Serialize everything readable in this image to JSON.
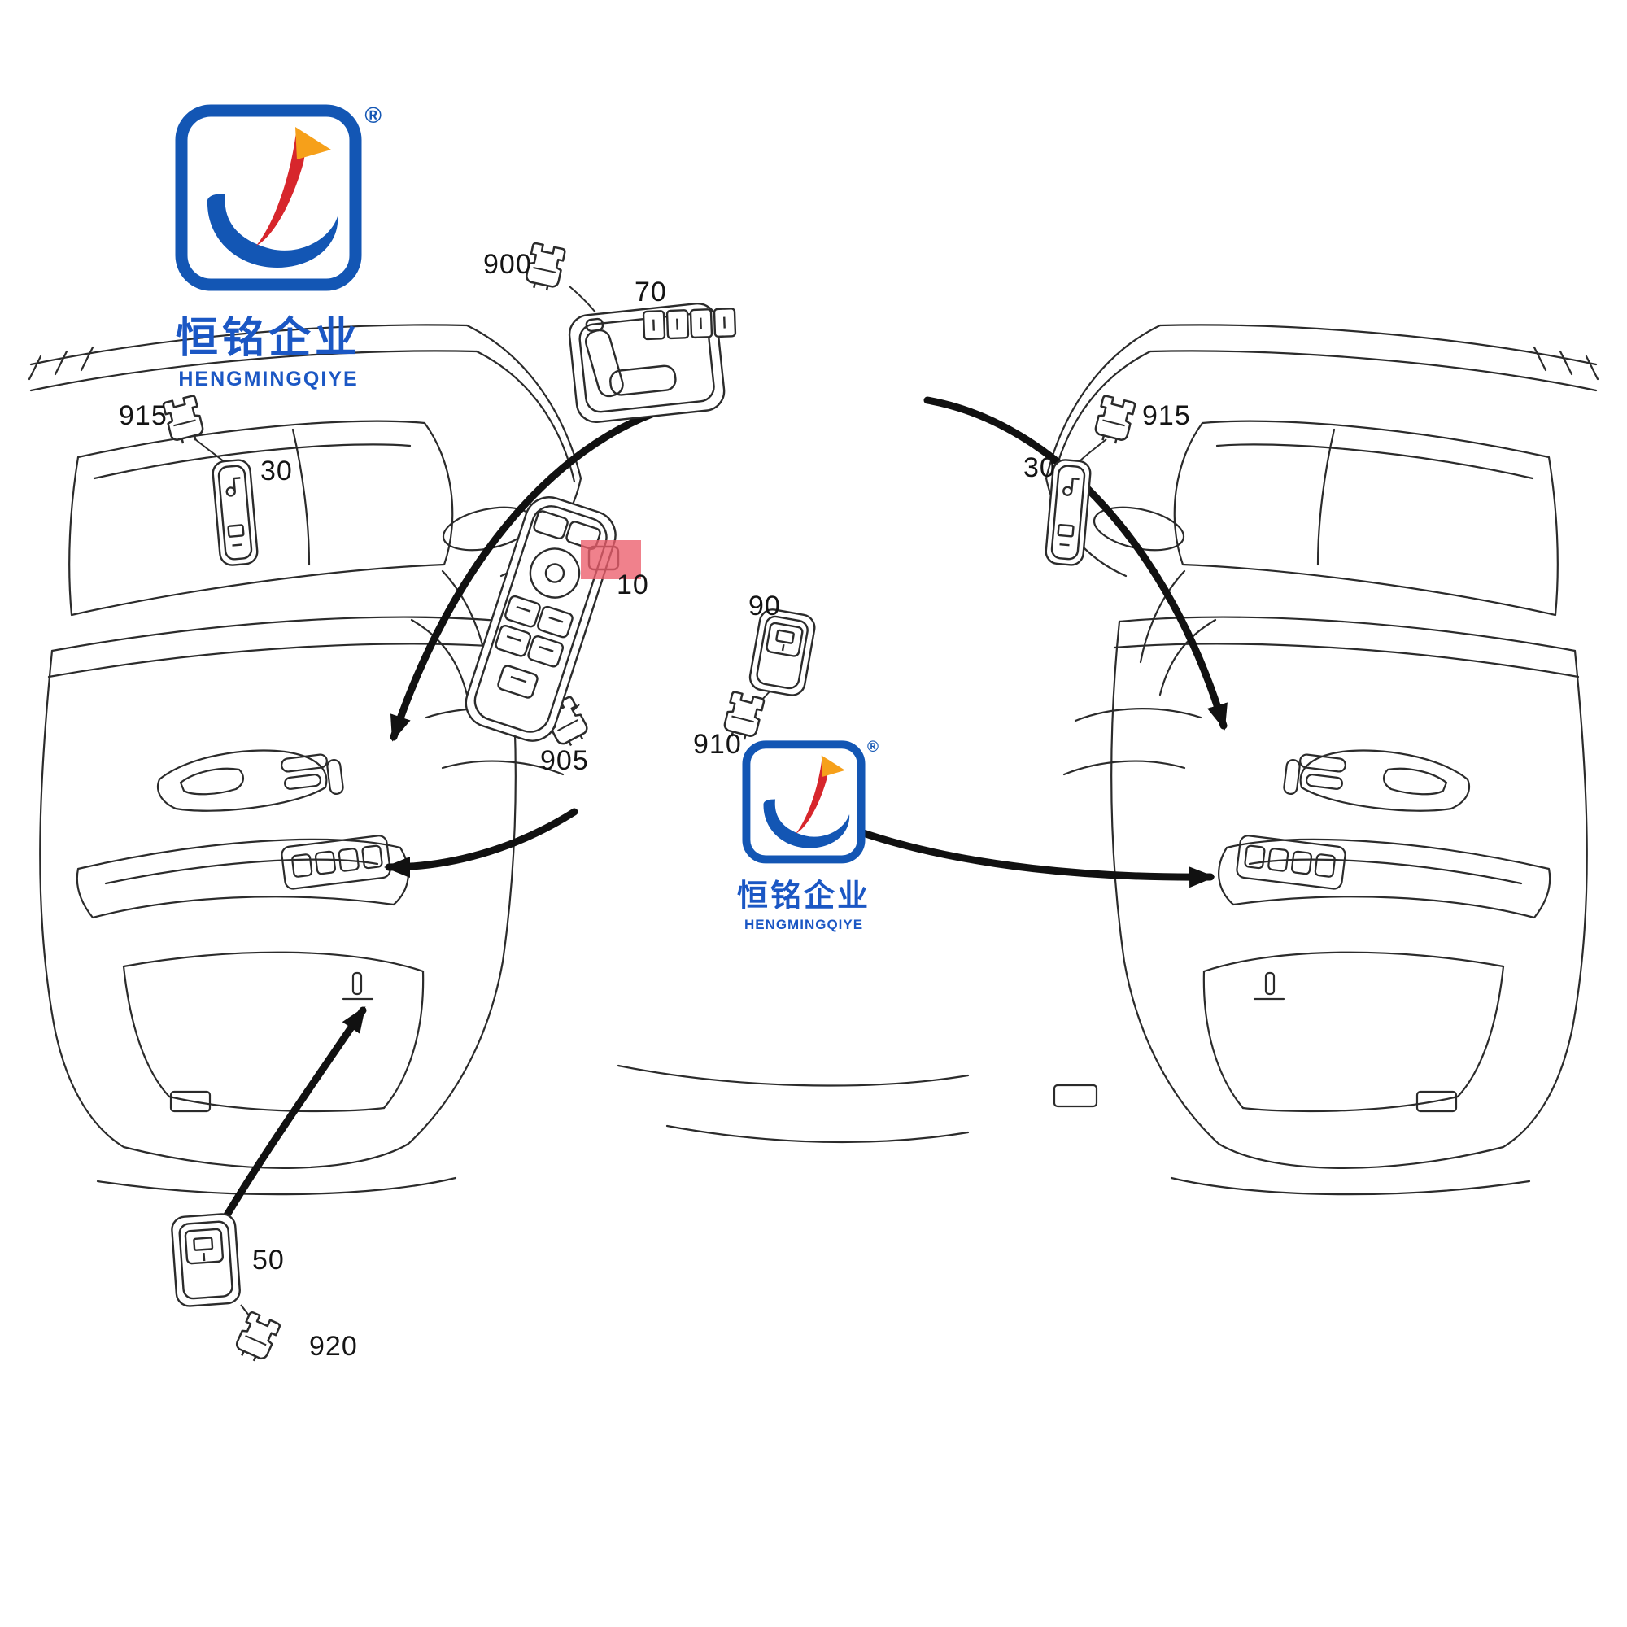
{
  "brand": {
    "logo_text_cn": "恒铭企业",
    "logo_text_en": "HENGMINGQIYE",
    "registered_mark": "®"
  },
  "watermark": {
    "logo_text_cn": "恒铭企业",
    "logo_text_en": "HENGMINGQIYE",
    "registered_mark": "®"
  },
  "diagram": {
    "description": "Exploded parts diagram of car left/right front door interior panels with window and seat switch assemblies and wiring connectors",
    "highlight_color": "#ec5e6c",
    "line_color": "#2b2b2b",
    "arrow_color": "#111111",
    "callouts": [
      {
        "text": "900",
        "component": "connector-plug-seat-switch"
      },
      {
        "text": "70",
        "component": "seat-adjustment-switch"
      },
      {
        "text": "915",
        "component": "connector-plug-left-door"
      },
      {
        "text": "30",
        "component": "door-switch-strip-left"
      },
      {
        "text": "915",
        "component": "connector-plug-right-door"
      },
      {
        "text": "30",
        "component": "door-switch-strip-right"
      },
      {
        "text": "10",
        "component": "master-window-switch",
        "highlighted": true
      },
      {
        "text": "90",
        "component": "single-window-switch"
      },
      {
        "text": "905",
        "component": "connector-plug-master-switch"
      },
      {
        "text": "910",
        "component": "connector-plug-single-switch"
      },
      {
        "text": "50",
        "component": "rear-window-switch"
      },
      {
        "text": "920",
        "component": "connector-plug-rear-switch"
      }
    ]
  },
  "colors": {
    "logo_blue": "#1356b4",
    "logo_red": "#d7262c",
    "logo_orange": "#f6a01a",
    "background": "#ffffff"
  }
}
